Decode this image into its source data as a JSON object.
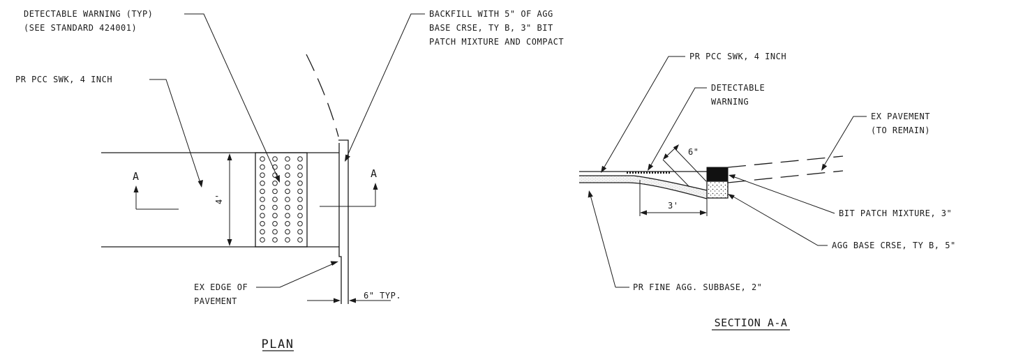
{
  "plan": {
    "title": "PLAN",
    "labels": {
      "detectable_warning_1": "DETECTABLE WARNING (TYP)",
      "detectable_warning_2": "(SEE STANDARD 424001)",
      "sidewalk": "PR PCC SWK, 4 INCH",
      "backfill_1": "BACKFILL WITH 5\" OF AGG",
      "backfill_2": "BASE CRSE, TY B, 3\" BIT",
      "backfill_3": "PATCH MIXTURE AND COMPACT",
      "edge_1": "EX EDGE OF",
      "edge_2": "PAVEMENT",
      "gap_dim": "6\" TYP.",
      "width_dim": "4'",
      "section_mark_left": "A",
      "section_mark_right": "A"
    }
  },
  "section": {
    "title": "SECTION A-A",
    "labels": {
      "sidewalk": "PR PCC SWK, 4 INCH",
      "detectable_1": "DETECTABLE",
      "detectable_2": "WARNING",
      "ex_pavement_1": "EX PAVEMENT",
      "ex_pavement_2": "(TO REMAIN)",
      "slope_dim": "6\"",
      "length_dim": "3'",
      "bit_patch": "BIT PATCH MIXTURE, 3\"",
      "agg_base": "AGG BASE CRSE, TY B, 5\"",
      "subbase": "PR FINE AGG. SUBBASE, 2\""
    }
  },
  "dome_grid": {
    "rows": 11,
    "cols": 4
  }
}
